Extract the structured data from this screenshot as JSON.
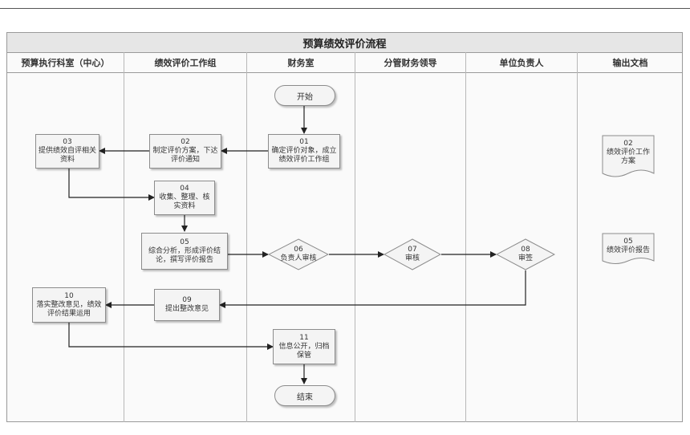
{
  "title": "预算绩效评价流程",
  "lanes": [
    "预算执行科室（中心）",
    "绩效评价工作组",
    "财务室",
    "分管财务领导",
    "单位负责人",
    "输出文档"
  ],
  "terminals": {
    "start": "开始",
    "end": "结束"
  },
  "steps": {
    "s01": {
      "num": "01",
      "text": "确定评价对象，成立绩效评价工作组"
    },
    "s02": {
      "num": "02",
      "text": "制定评价方案，下达评价通知"
    },
    "s03": {
      "num": "03",
      "text": "提供绩效自评相关资料"
    },
    "s04": {
      "num": "04",
      "text": "收集、整理、核实资料"
    },
    "s05": {
      "num": "05",
      "text": "综合分析，形成评价结论，撰写评价报告"
    },
    "s06": {
      "num": "06",
      "text": "负责人审核"
    },
    "s07": {
      "num": "07",
      "text": "审核"
    },
    "s08": {
      "num": "08",
      "text": "审签"
    },
    "s09": {
      "num": "09",
      "text": "提出整改意见"
    },
    "s10": {
      "num": "10",
      "text": "落实整改意见，绩效评价结果运用"
    },
    "s11": {
      "num": "11",
      "text": "信息公开，归档保管"
    }
  },
  "documents": {
    "d02": {
      "num": "02",
      "text": "绩效评价工作方案"
    },
    "d05": {
      "num": "05",
      "text": "绩效评价报告"
    }
  }
}
